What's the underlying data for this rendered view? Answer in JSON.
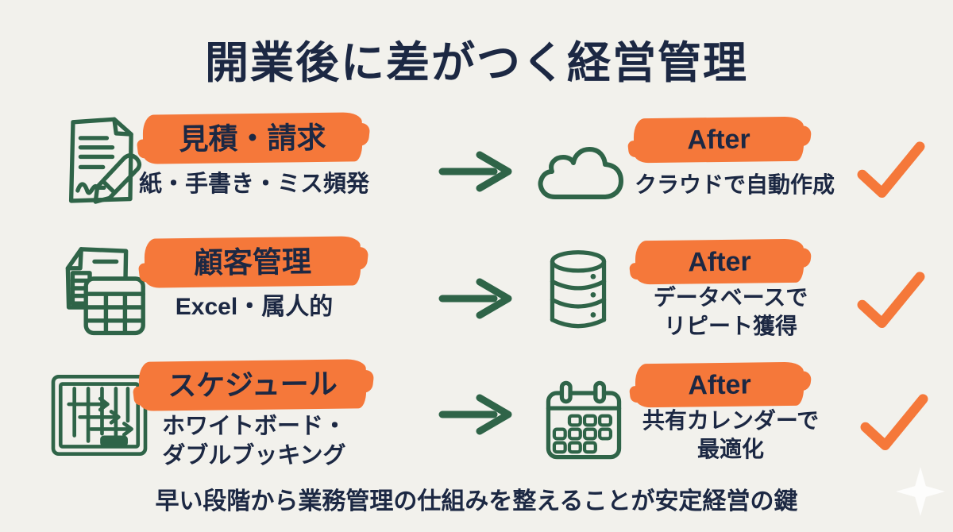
{
  "title": "開業後に差がつく経営管理",
  "footer": "早い段階から業務管理の仕組みを整えることが安定経営の鍵",
  "colors": {
    "background": "#F2F1EC",
    "accent_orange": "#F5783A",
    "icon_green": "#2F6448",
    "text_navy": "#1C2843"
  },
  "rows": [
    {
      "icon": "document-pen-icon",
      "label": "見積・請求",
      "before_lines": [
        "紙・手書き・ミス頻発"
      ],
      "arrow_icon": "arrow-right-icon",
      "after_icon": "cloud-icon",
      "after_label": "After",
      "after_lines": [
        "クラウドで自動作成"
      ],
      "check_icon": "checkmark-icon"
    },
    {
      "icon": "spreadsheet-icon",
      "label": "顧客管理",
      "before_lines": [
        "Excel・属人的"
      ],
      "arrow_icon": "arrow-right-icon",
      "after_icon": "database-icon",
      "after_label": "After",
      "after_lines": [
        "データベースで",
        "リピート獲得"
      ],
      "check_icon": "checkmark-icon"
    },
    {
      "icon": "whiteboard-icon",
      "label": "スケジュール",
      "before_lines": [
        "ホワイトボード・",
        "ダブルブッキング"
      ],
      "arrow_icon": "arrow-right-icon",
      "after_icon": "calendar-icon",
      "after_label": "After",
      "after_lines": [
        "共有カレンダーで",
        "最適化"
      ],
      "check_icon": "checkmark-icon"
    }
  ]
}
